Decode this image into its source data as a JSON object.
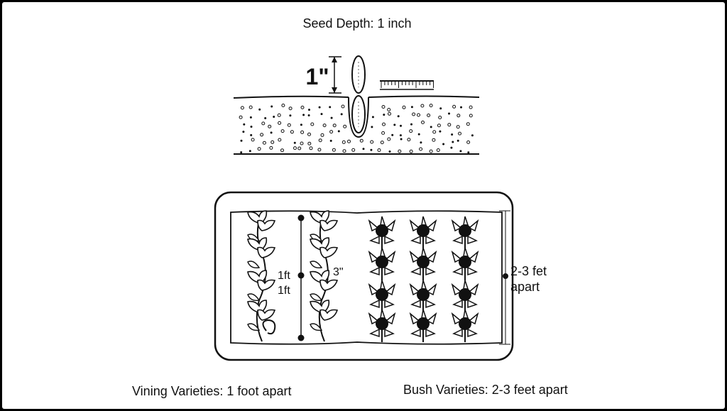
{
  "title": "Seed Depth: 1 inch",
  "depth_marker": "1\"",
  "vine_spacing_top": "1ft",
  "vine_spacing_bottom": "1ft",
  "vine_gap_label": "3\"",
  "bush_spacing_line1": "2-3 fet",
  "bush_spacing_line2": "apart",
  "caption_vining": "Vining Varieties: 1 foot apart",
  "caption_bush": "Bush Varieties: 2-3 feet apart",
  "bed": {
    "vine_rows": 2,
    "vines_per_row": 4,
    "bush_rows": 4,
    "bush_cols": 3
  },
  "colors": {
    "ink": "#111111",
    "paper": "#ffffff"
  },
  "icons": [
    "seed-icon",
    "ruler-icon",
    "vine-leaf-icon",
    "bush-plant-icon"
  ]
}
